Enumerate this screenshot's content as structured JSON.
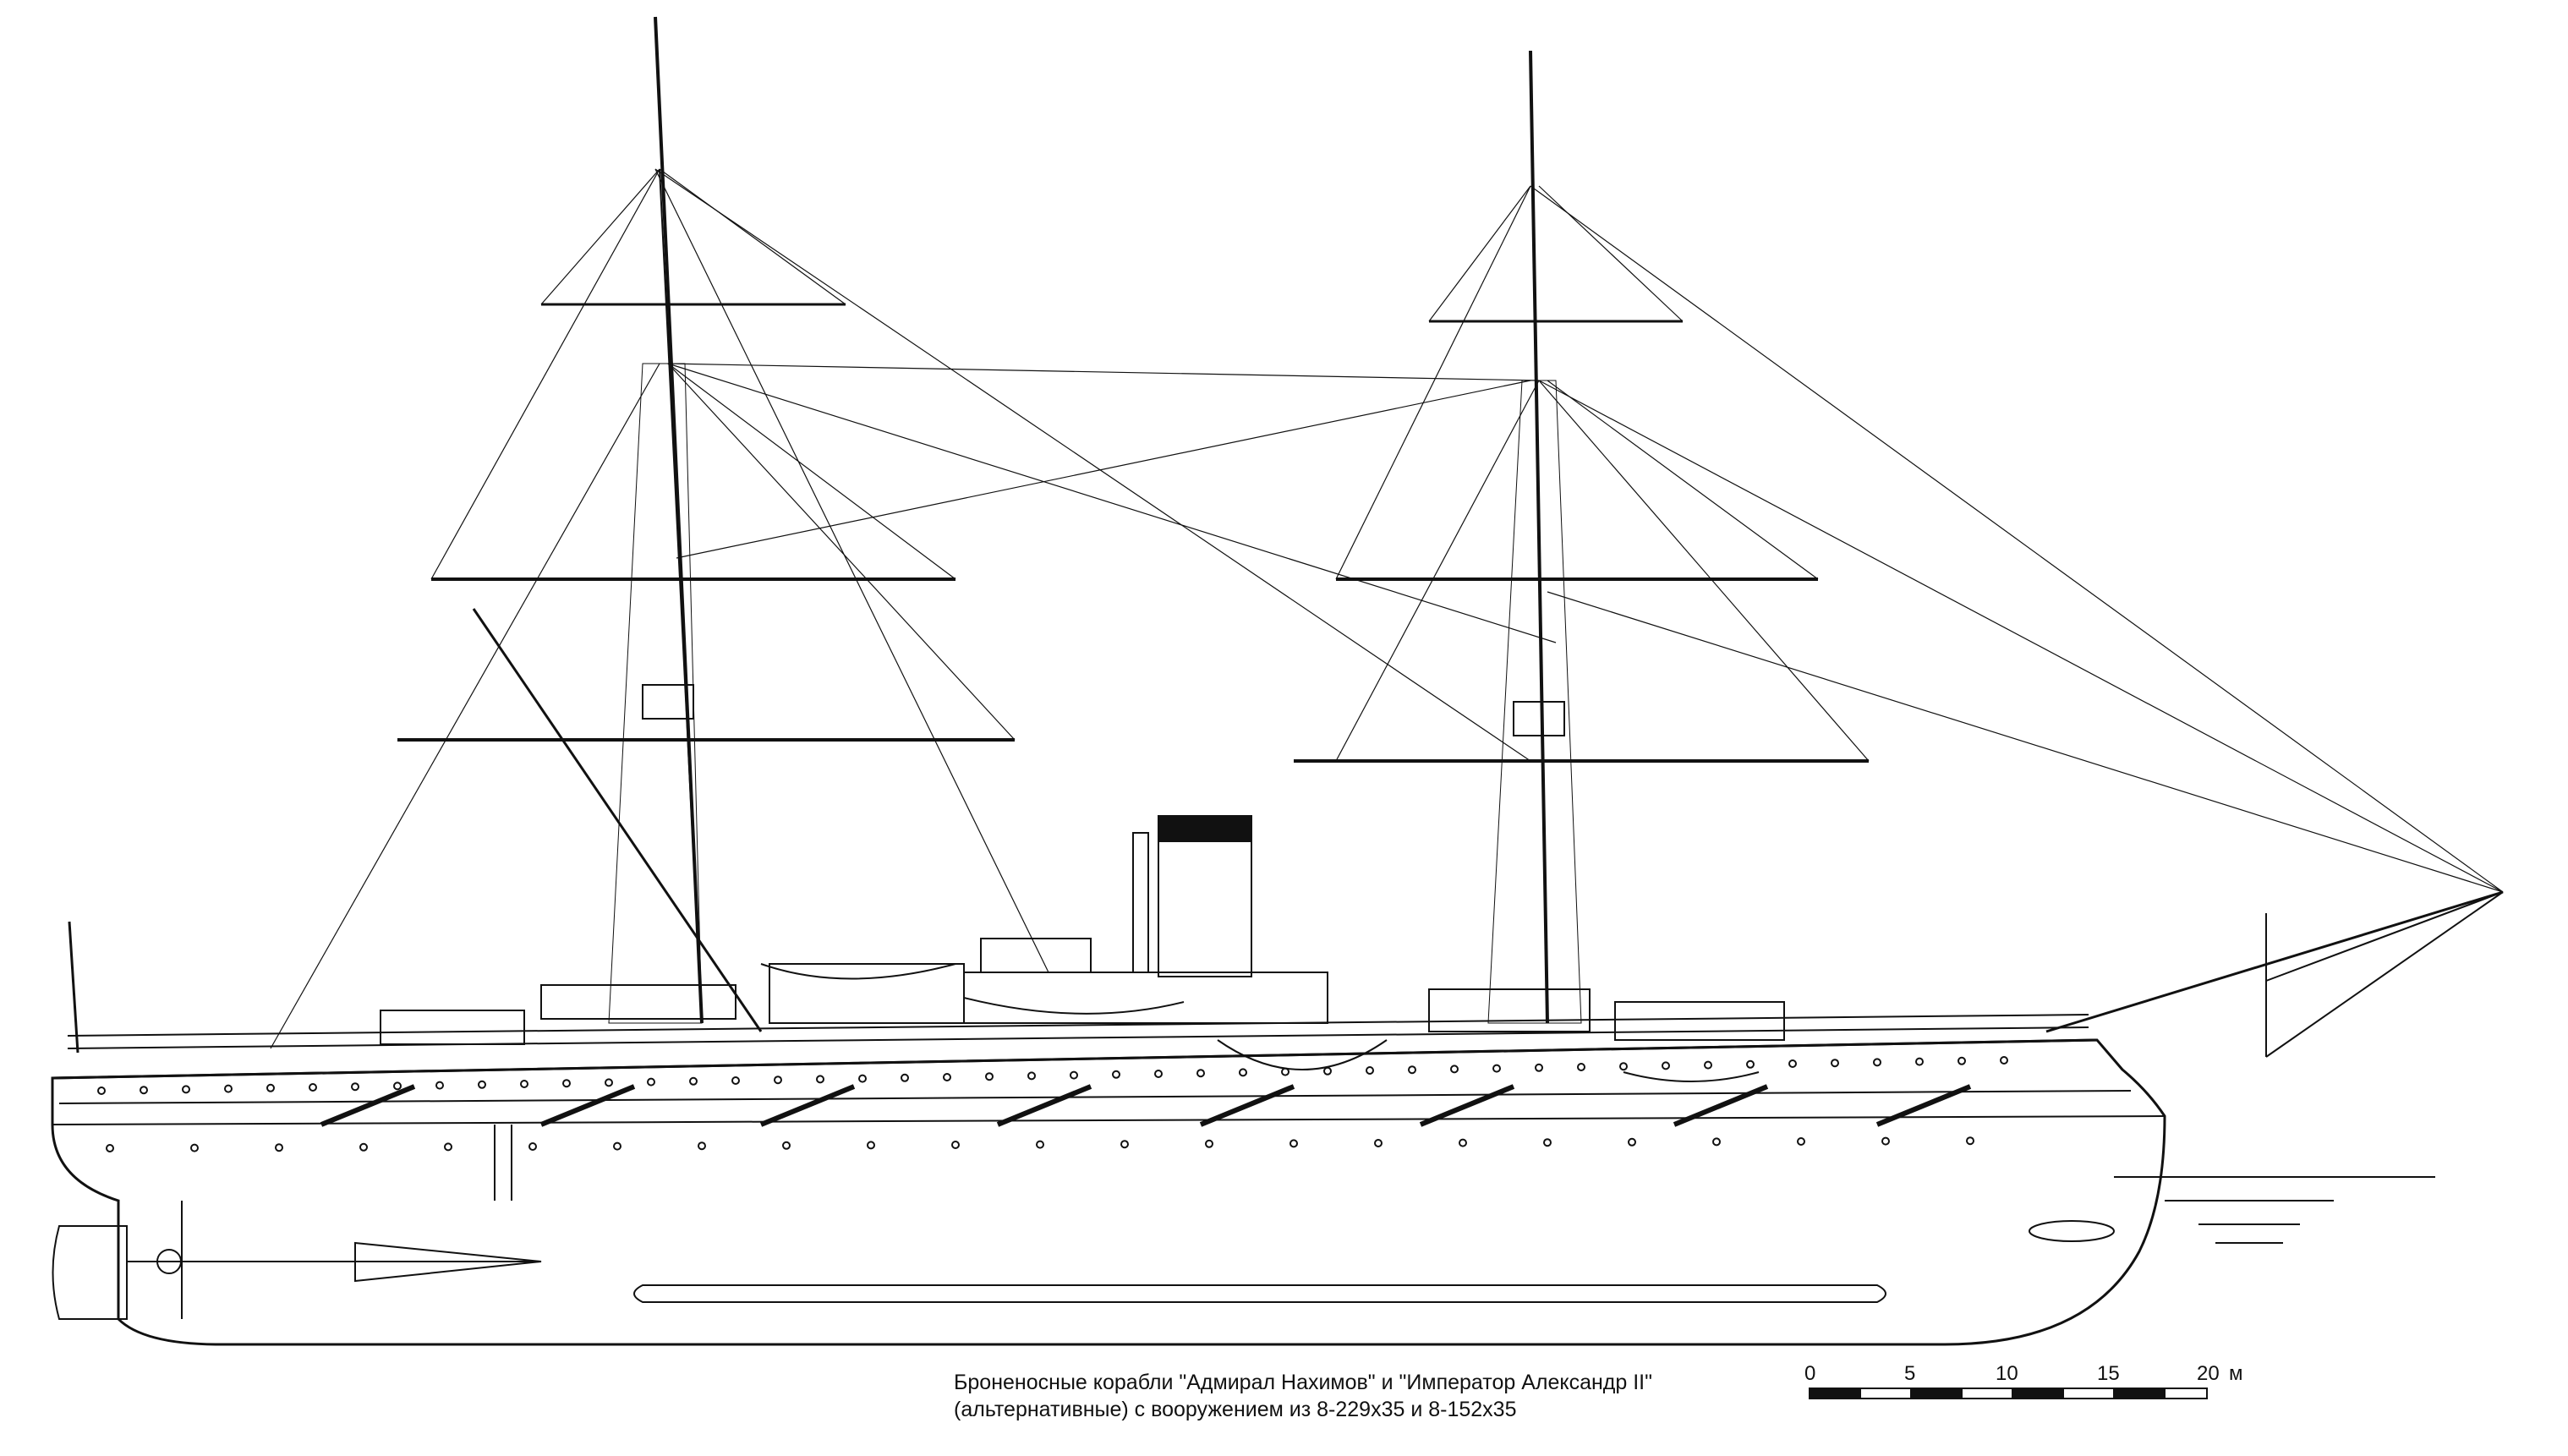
{
  "caption": {
    "line1": "Броненосные корабли \"Адмирал Нахимов\" и \"Император Александр II\"",
    "line2": "(альтернативные) с вооружением из 8-229х35 и 8-152х35"
  },
  "scale_bar": {
    "ticks": [
      "0",
      "5",
      "10",
      "15",
      "20"
    ],
    "unit": "м"
  },
  "colors": {
    "ink": "#111111",
    "paper": "#ffffff"
  }
}
